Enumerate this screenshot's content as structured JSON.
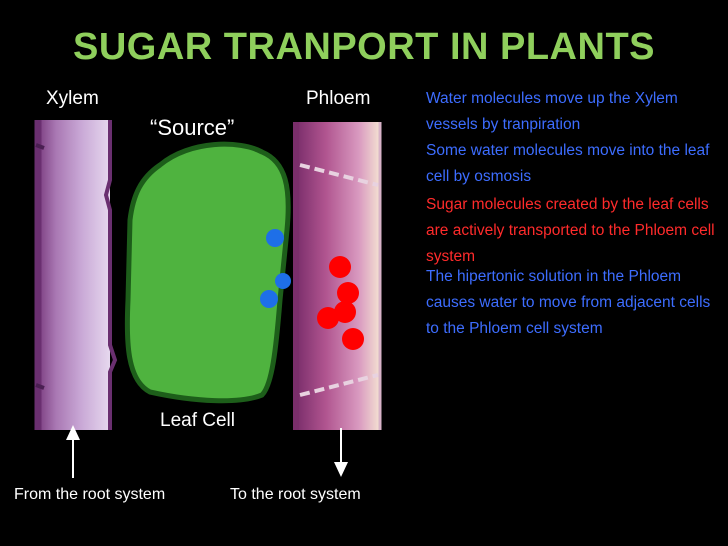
{
  "title": "SUGAR TRANPORT IN PLANTS",
  "labels": {
    "xylem": "Xylem",
    "phloem": "Phloem",
    "source": "“Source”",
    "leaf_cell": "Leaf Cell",
    "from_root": "From the root system",
    "to_root": "To the root system"
  },
  "notes": [
    {
      "text": "Water molecules move up the Xylem vessels by tranpiration",
      "color": "#3d6dff"
    },
    {
      "text": "Some water molecules move into the leaf cell by osmosis",
      "color": "#3d6dff"
    },
    {
      "text": "Sugar molecules created by the leaf cells are actively transported to the Phloem cell system",
      "color": "#ff2b2b"
    },
    {
      "text": "The hipertonic solution in the Phloem causes water to move from adjacent cells to the Phloem cell system",
      "color": "#3d6dff"
    }
  ],
  "colors": {
    "title": "#8fcf5c",
    "water_molecule": "#1e6fe8",
    "sugar_molecule": "#ff0000",
    "leaf_fill": "#4fb33f",
    "leaf_border": "#1d5e1a"
  }
}
